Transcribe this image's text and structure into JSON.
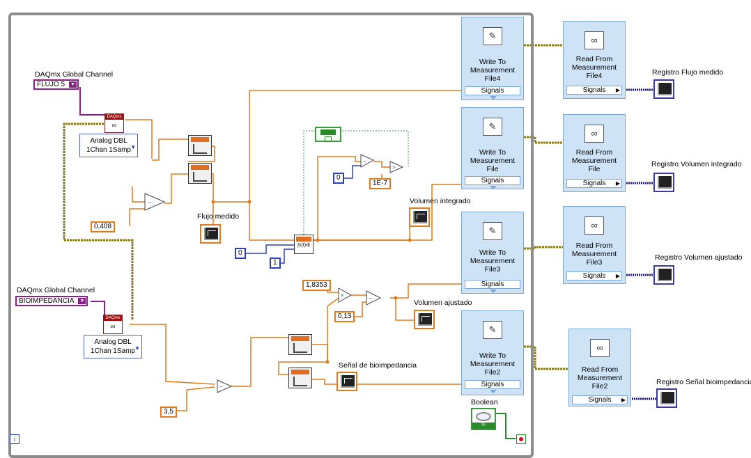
{
  "diagram": {
    "daq_channel_label": "DAQmx Global Channel",
    "channels": [
      {
        "name": "FLUJO 5"
      },
      {
        "name": "BIOIMPEDANCIA"
      }
    ],
    "daq_icon_text": "DAQmx",
    "daq_glyph": "glasses-icon",
    "poly_select": {
      "line1": "Analog DBL",
      "line2": "1Chan 1Samp"
    },
    "constants": {
      "c_0408": "0,408",
      "c_0": "0",
      "c_1": "1",
      "c_0b": "0",
      "c_1e7": "1E-7",
      "c_18353": "1,8353",
      "c_013": "0,13",
      "c_35": "3,5"
    },
    "integral_text": "∫x(t)dt",
    "indicators": {
      "flujo": "Flujo medido",
      "vol_int": "Volumen integrado",
      "vol_aj": "Volumen ajustado",
      "bioimp": "Señal de bioimpedancia",
      "boolean": "Boolean"
    },
    "boolean_tf": "TF",
    "iteration_terminal": "i",
    "write_vis": [
      {
        "line1": "Write To",
        "line2": "Measurement",
        "line3": "File4",
        "signals": "Signals"
      },
      {
        "line1": "Write To",
        "line2": "Measurement",
        "line3": "File",
        "signals": "Signals"
      },
      {
        "line1": "Write To",
        "line2": "Measurement",
        "line3": "File3",
        "signals": "Signals"
      },
      {
        "line1": "Write To",
        "line2": "Measurement",
        "line3": "File2",
        "signals": "Signals"
      }
    ],
    "read_vis": [
      {
        "line1": "Read From",
        "line2": "Measurement",
        "line3": "File4",
        "signals": "Signals"
      },
      {
        "line1": "Read From",
        "line2": "Measurement",
        "line3": "File",
        "signals": "Signals"
      },
      {
        "line1": "Read From",
        "line2": "Measurement",
        "line3": "File3",
        "signals": "Signals"
      },
      {
        "line1": "Read From",
        "line2": "Measurement",
        "line3": "File2",
        "signals": "Signals"
      }
    ],
    "graph_outputs": [
      "Registro Flujo medido",
      "Registro Volumen integrado",
      "Registro Volumen ajustado",
      "Registro Señal bioimpedancia"
    ],
    "colors": {
      "float_wire": "#e07a1a",
      "error_wire": "#8a7a1a",
      "int_wire": "#2a3fb8",
      "ref_wire": "#8a1f8a",
      "dyn_wire": "#1a1a8a",
      "bool_wire": "#2a8a2a",
      "express_bg": "#cfe3f7"
    }
  }
}
